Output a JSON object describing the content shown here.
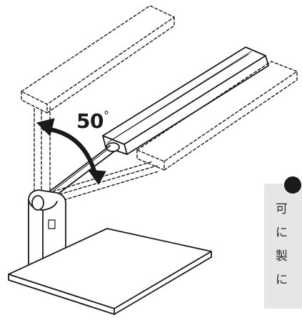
{
  "illustration": {
    "angle_value": "50",
    "angle_unit": "°",
    "line_color": "#1a1a1a",
    "arrow_color": "#1a1a1a"
  },
  "note": {
    "panel_color": "#e6e6e6",
    "lines": [
      "可",
      "に",
      "製",
      "に"
    ]
  }
}
